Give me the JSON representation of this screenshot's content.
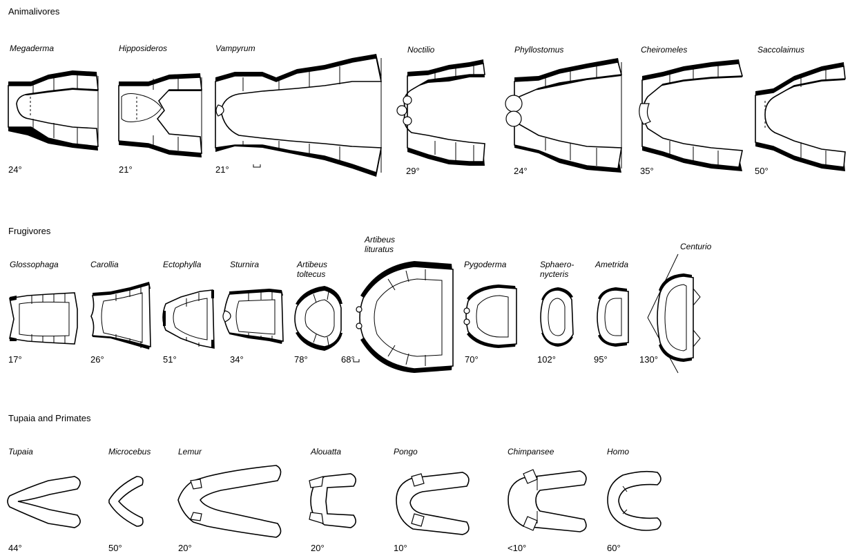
{
  "sections": [
    {
      "title": "Animalivores",
      "specimens": [
        {
          "name": "Megaderma",
          "angle": "24°"
        },
        {
          "name": "Hipposideros",
          "angle": "21°"
        },
        {
          "name": "Vampyrum",
          "angle": "21°"
        },
        {
          "name": "Noctilio",
          "angle": "29°"
        },
        {
          "name": "Phyllostomus",
          "angle": "24°"
        },
        {
          "name": "Cheiromeles",
          "angle": "35°"
        },
        {
          "name": "Saccolaimus",
          "angle": "50°"
        }
      ]
    },
    {
      "title": "Frugivores",
      "specimens": [
        {
          "name": "Glossophaga",
          "angle": "17°"
        },
        {
          "name": "Carollia",
          "angle": "26°"
        },
        {
          "name": "Ectophylla",
          "angle": "51°"
        },
        {
          "name": "Sturnira",
          "angle": "34°"
        },
        {
          "name": "Artibeus\ntoltecus",
          "angle": "78°"
        },
        {
          "name": "Artibeus\nlituratus",
          "angle": "68°"
        },
        {
          "name": "Pygoderma",
          "angle": "70°"
        },
        {
          "name": "Sphaero-\nnycteris",
          "angle": "102°"
        },
        {
          "name": "Ametrida",
          "angle": "95°"
        },
        {
          "name": "Centurio",
          "angle": "130°"
        }
      ]
    },
    {
      "title": "Tupaia and Primates",
      "specimens": [
        {
          "name": "Tupaia",
          "angle": "44°"
        },
        {
          "name": "Microcebus",
          "angle": "50°"
        },
        {
          "name": "Lemur",
          "angle": "20°"
        },
        {
          "name": "Alouatta",
          "angle": "20°"
        },
        {
          "name": "Pongo",
          "angle": "10°"
        },
        {
          "name": "Chimpansee",
          "angle": "<10°"
        },
        {
          "name": "Homo",
          "angle": "60°"
        }
      ]
    }
  ]
}
